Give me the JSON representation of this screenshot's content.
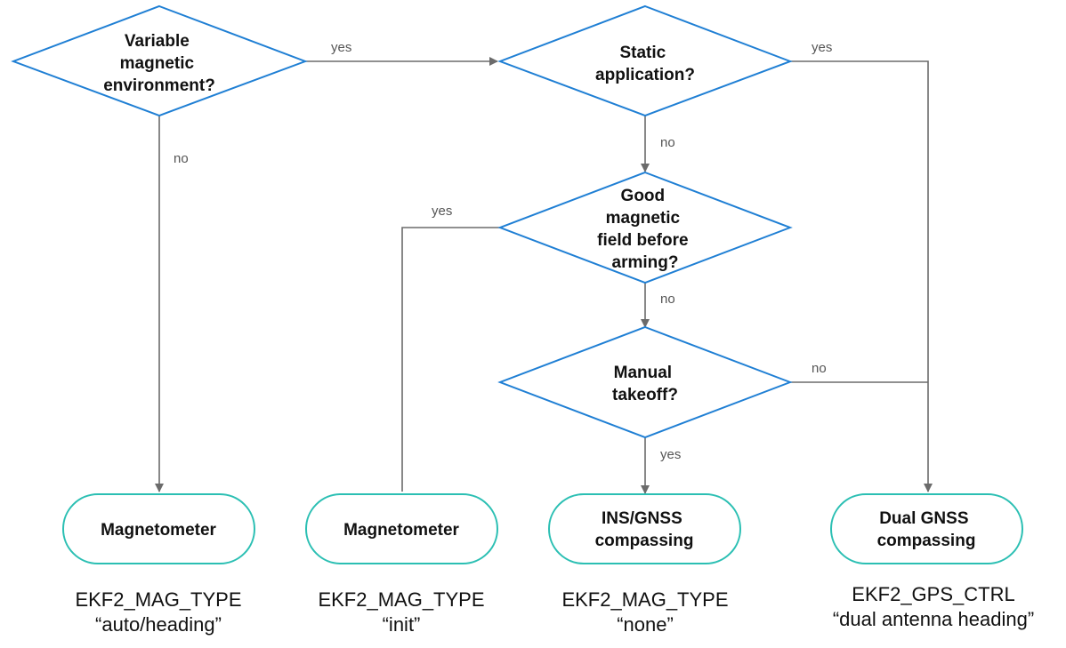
{
  "decisions": {
    "variable_env": {
      "lines": [
        "Variable",
        "magnetic",
        "environment?"
      ]
    },
    "static_app": {
      "lines": [
        "Static",
        "application?"
      ]
    },
    "good_field": {
      "lines": [
        "Good",
        "magnetic",
        "field before",
        "arming?"
      ]
    },
    "manual_takeoff": {
      "lines": [
        "Manual",
        "takeoff?"
      ]
    }
  },
  "edges": {
    "variable_yes": "yes",
    "variable_no": "no",
    "static_yes": "yes",
    "static_no": "no",
    "good_yes": "yes",
    "good_no": "no",
    "manual_yes": "yes",
    "manual_no": "no"
  },
  "terminals": {
    "mag_auto": {
      "lines": [
        "Magnetometer"
      ]
    },
    "mag_init": {
      "lines": [
        "Magnetometer"
      ]
    },
    "ins_gnss": {
      "lines": [
        "INS/GNSS",
        "compassing"
      ]
    },
    "dual_gnss": {
      "lines": [
        "Dual GNSS",
        "compassing"
      ]
    }
  },
  "params": {
    "mag_auto": {
      "name": "EKF2_MAG_TYPE",
      "value": "“auto/heading”"
    },
    "mag_init": {
      "name": "EKF2_MAG_TYPE",
      "value": "“init”"
    },
    "ins_gnss": {
      "name": "EKF2_MAG_TYPE",
      "value": "“none”"
    },
    "dual_gnss": {
      "name": "EKF2_GPS_CTRL",
      "value": "“dual antenna heading”"
    }
  },
  "colors": {
    "decision_stroke": "#1f7fd4",
    "terminal_stroke": "#2bbfb3",
    "connector": "#6b6b6b"
  }
}
